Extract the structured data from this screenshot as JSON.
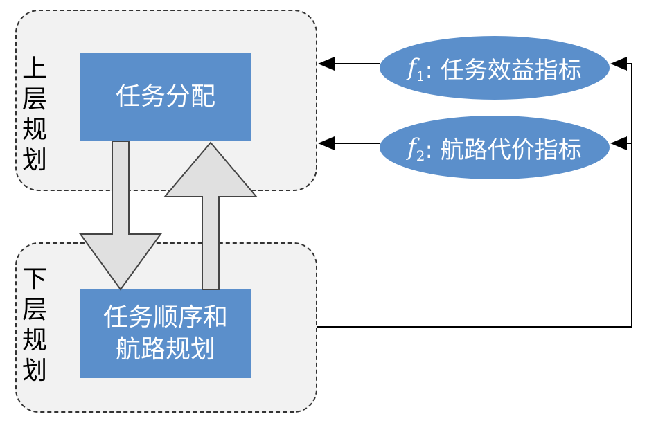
{
  "upper_layer": {
    "label": "上层规划",
    "task": "任务分配"
  },
  "lower_layer": {
    "label": "下层规划",
    "task_line1": "任务顺序和",
    "task_line2": "航路规划"
  },
  "metrics": [
    {
      "symbol": "f",
      "subscript": "1",
      "label": ": 任务效益指标"
    },
    {
      "symbol": "f",
      "subscript": "2",
      "label": ": 航路代价指标"
    }
  ],
  "colors": {
    "box_fill": "#5b8fcb",
    "layer_fill": "#f2f2f2",
    "arrow_fill": "#e0e0e0"
  }
}
